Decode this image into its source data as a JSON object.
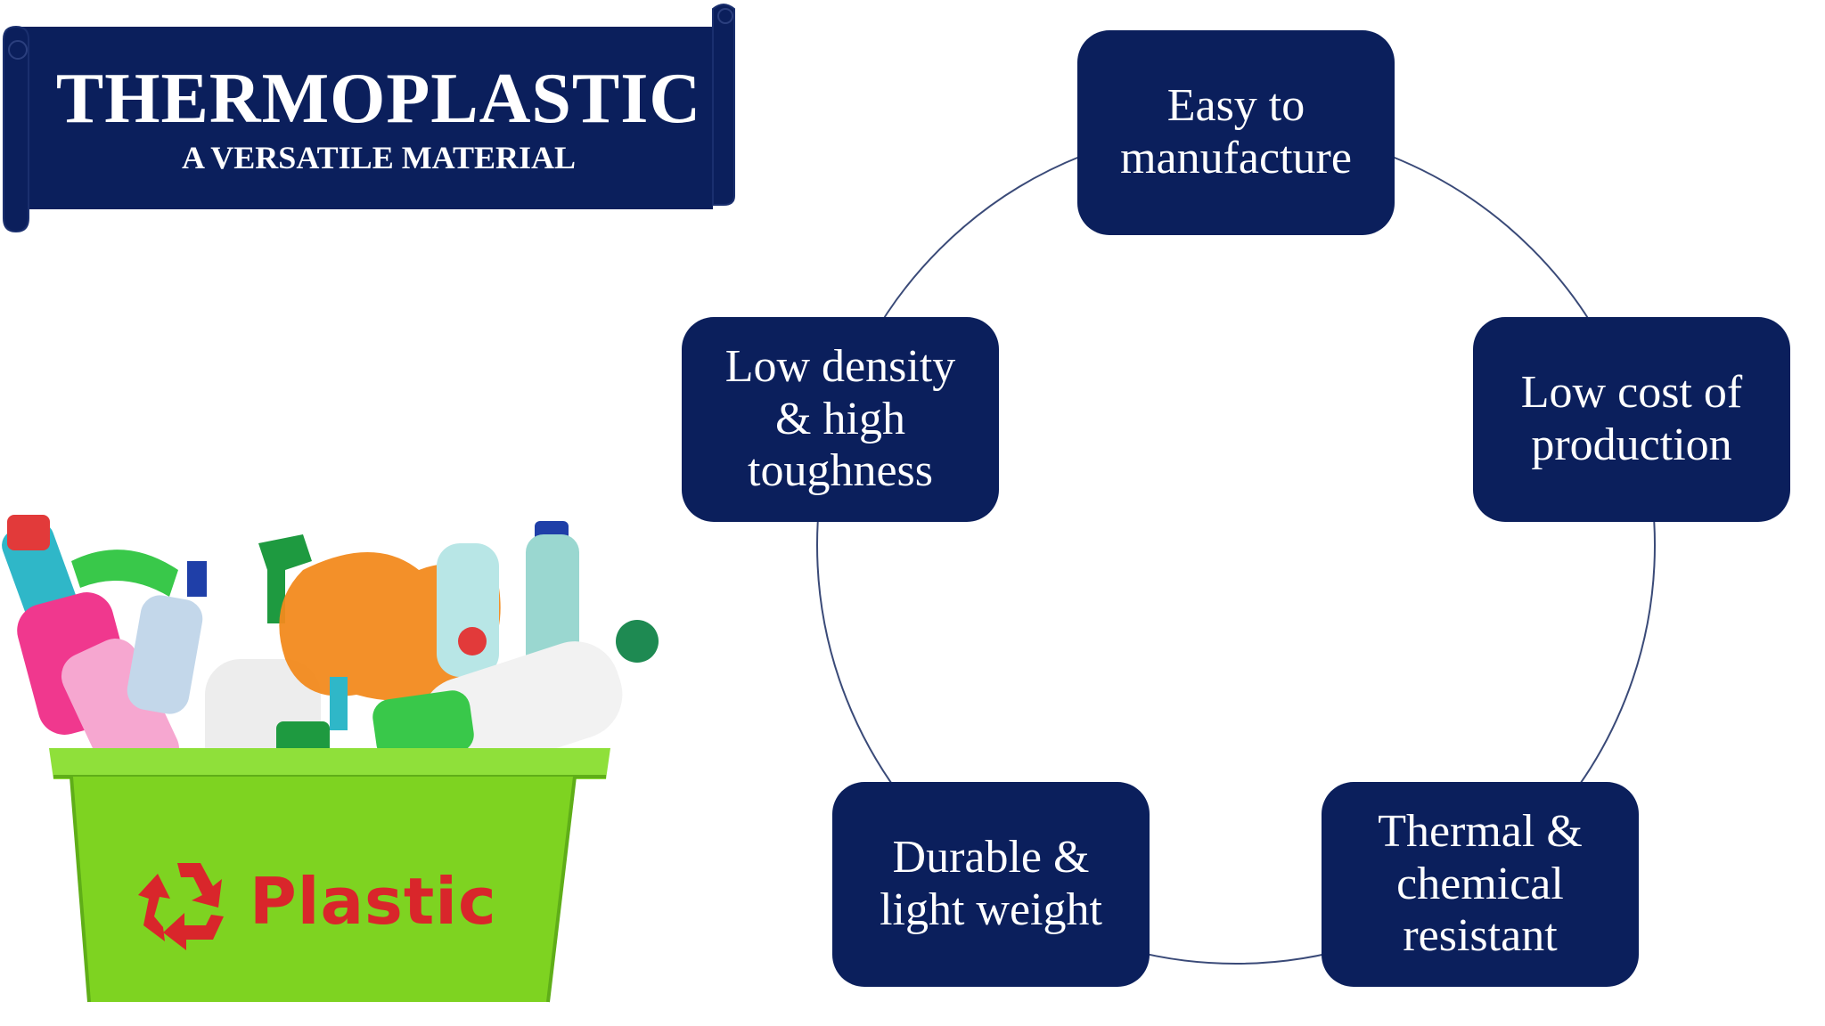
{
  "banner": {
    "title": "THERMOPLASTIC",
    "subtitle": "A VERSATILE MATERIAL",
    "color": "#0b1f5c"
  },
  "cycle": {
    "nodes": [
      {
        "id": "easy",
        "label": "Easy to\nmanufacture"
      },
      {
        "id": "cost",
        "label": "Low cost of\nproduction"
      },
      {
        "id": "thermal",
        "label": "Thermal &\nchemical\nresistant"
      },
      {
        "id": "durable",
        "label": "Durable &\nlight weight"
      },
      {
        "id": "density",
        "label": "Low density\n& high\ntoughness"
      }
    ],
    "node_color": "#0b1f5c",
    "ring_color": "#3a4a78"
  },
  "illustration": {
    "bin_label": "Plastic",
    "bin_color": "#7ed321",
    "label_color": "#d9262b",
    "icon": "recycle-icon"
  }
}
